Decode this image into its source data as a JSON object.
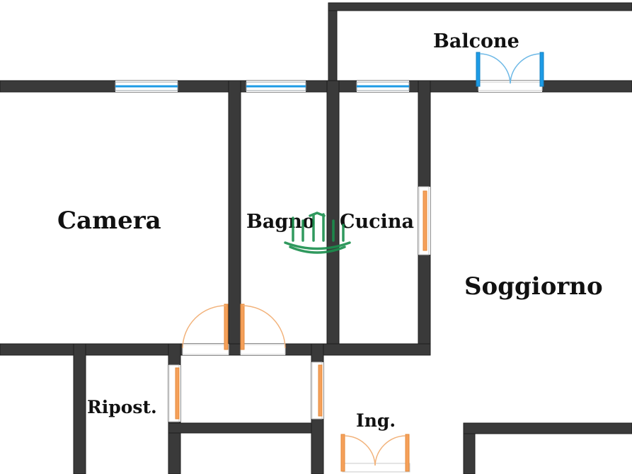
{
  "plan": {
    "rooms": {
      "camera": "Camera",
      "bagno": "Bagno",
      "cucina": "Cucina",
      "soggiorno": "Soggiorno",
      "balcone": "Balcone",
      "ripostiglio": "Ripost.",
      "ingresso": "Ing."
    }
  },
  "colors": {
    "wall": "#3a3a3a",
    "window": "#1d9be6",
    "interior_door": "#f5a05a",
    "balcony_door": "#1d9be6",
    "watermark": "#1a8f4d"
  },
  "icons": {
    "watermark": "agency-logo-watermark"
  }
}
